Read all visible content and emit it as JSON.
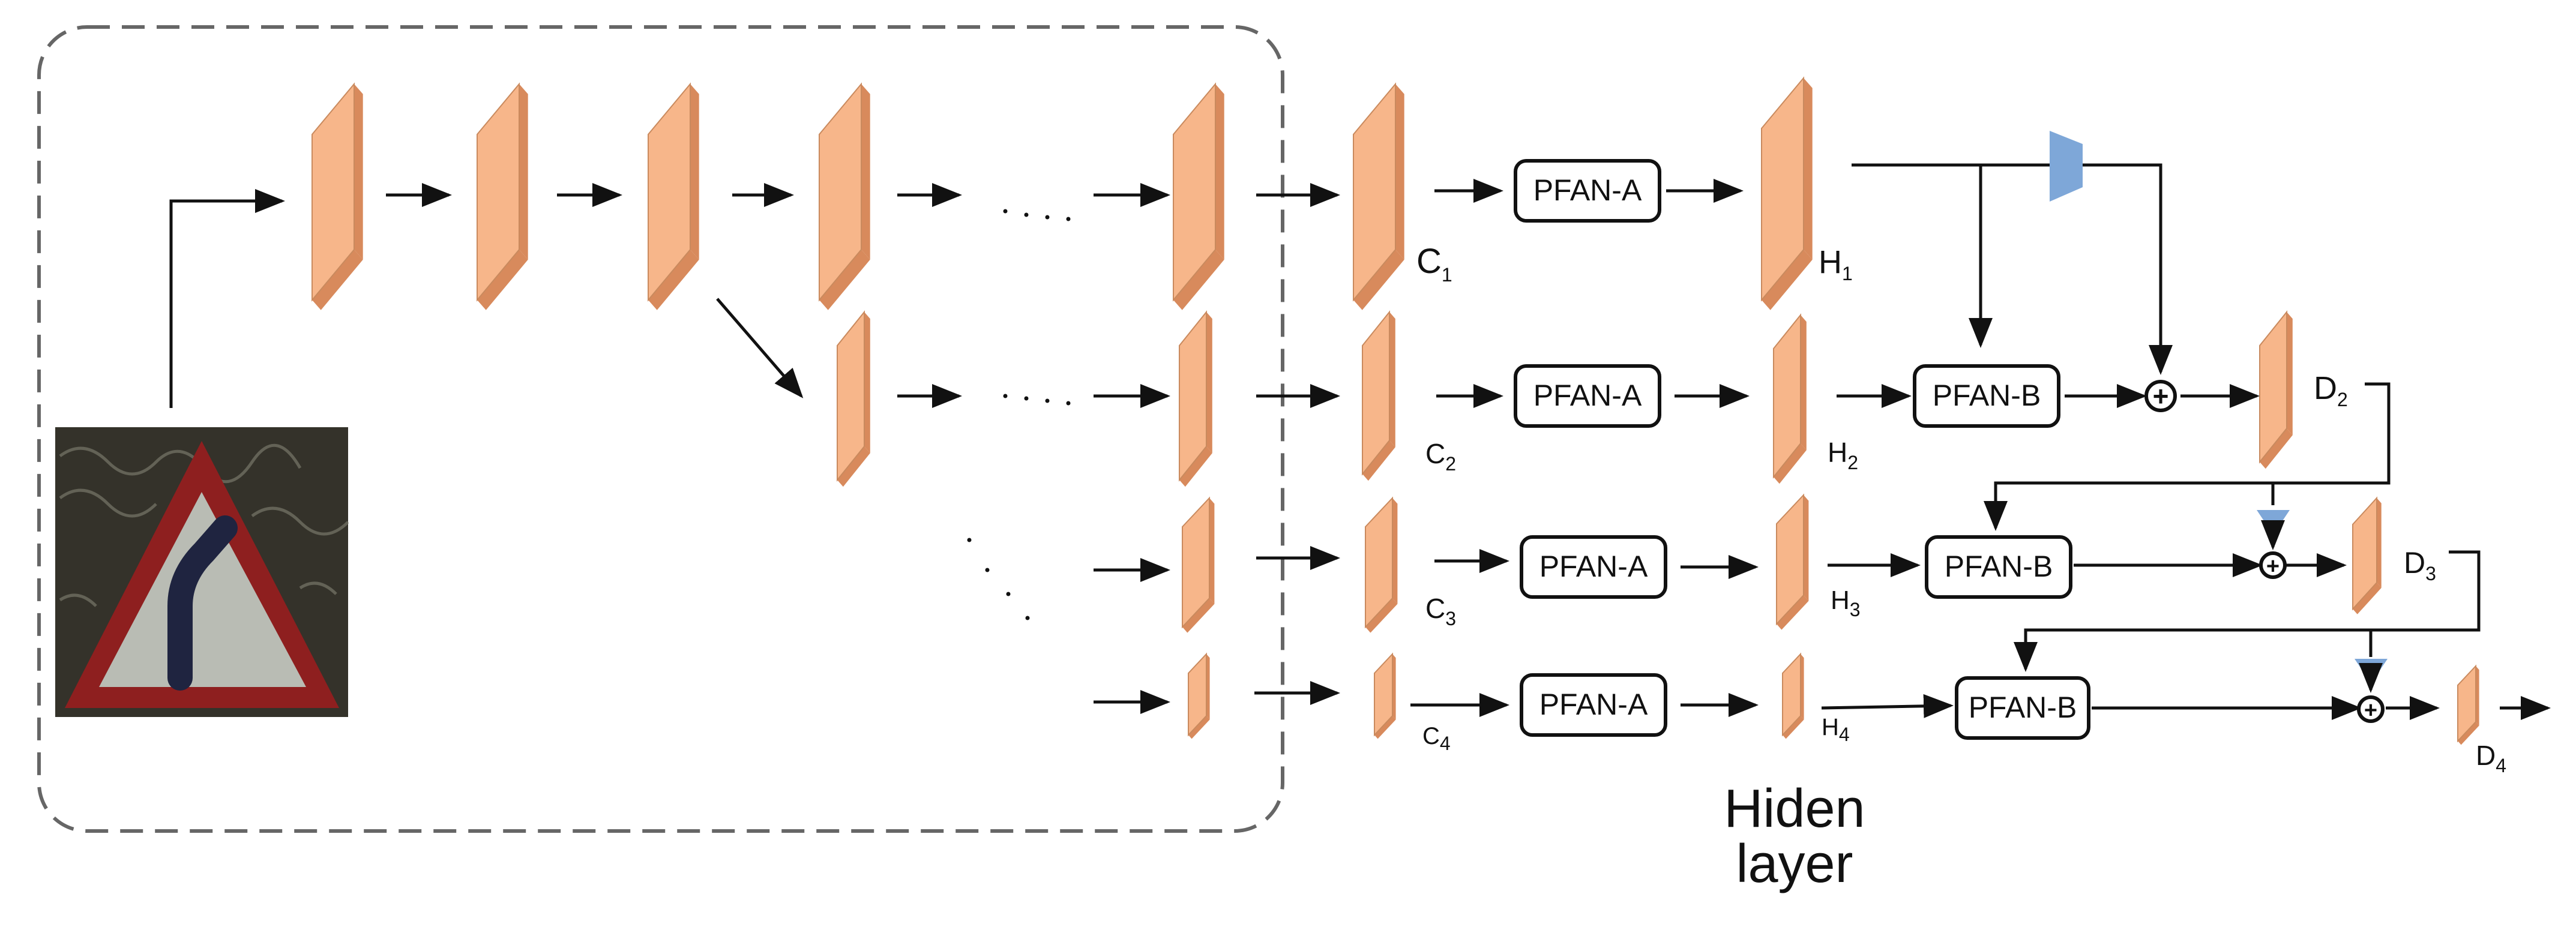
{
  "blocks": {
    "pfan_a": "PFAN-A",
    "pfan_b": "PFAN-B"
  },
  "labels": {
    "c1": {
      "main": "C",
      "sub": "1"
    },
    "c2": {
      "main": "C",
      "sub": "2"
    },
    "c3": {
      "main": "C",
      "sub": "3"
    },
    "c4": {
      "main": "C",
      "sub": "4"
    },
    "h1": {
      "main": "H",
      "sub": "1"
    },
    "h2": {
      "main": "H",
      "sub": "2"
    },
    "h3": {
      "main": "H",
      "sub": "3"
    },
    "h4": {
      "main": "H",
      "sub": "4"
    },
    "d2": {
      "main": "D",
      "sub": "2"
    },
    "d3": {
      "main": "D",
      "sub": "3"
    },
    "d4": {
      "main": "D",
      "sub": "4"
    }
  },
  "caption": {
    "line1": "Hiden",
    "line2": "layer"
  },
  "plus_symbol": "+",
  "colors": {
    "feature_map_front": "#f7b68a",
    "feature_map_side": "#d88a5c",
    "feature_map_top": "#fbd0ae",
    "upsample": "#7ea7d8",
    "backbone_border": "#666666",
    "sign_red": "#8e1f1f",
    "sign_gray": "#b9bcb4"
  },
  "icons": {
    "input_image": "traffic-sign-curve-right",
    "upsample": "upsample-trapezoid-icon",
    "add": "elementwise-add-icon"
  }
}
